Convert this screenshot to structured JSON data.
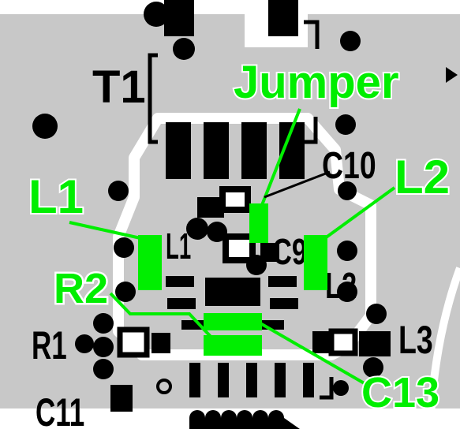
{
  "colors": {
    "board": "#c8c8c8",
    "copper_keepout": "#ffffff",
    "pad": "#000000",
    "highlight": "#00ee00"
  },
  "silkscreen": {
    "t1": "T1",
    "c10": "C10",
    "l1": "L1",
    "c9": "C9",
    "l2": "L2",
    "r1": "R1",
    "l3": "L3",
    "c11": "C11"
  },
  "callouts": {
    "jumper": "Jumper",
    "l1": "L1",
    "l2": "L2",
    "r2": "R2",
    "c13": "C13"
  }
}
